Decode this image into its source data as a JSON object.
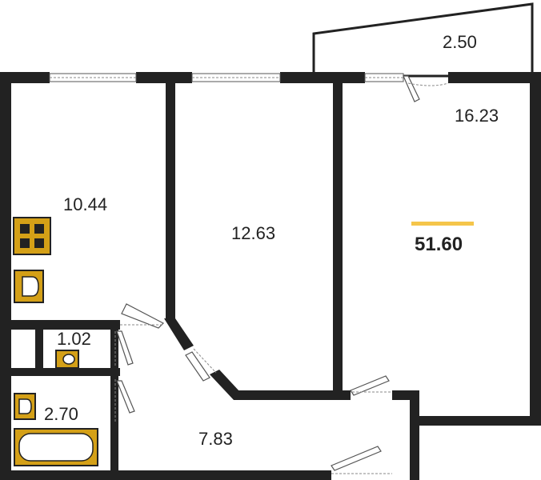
{
  "plan": {
    "total_area": "51.60",
    "accent_color": "#f5c54a",
    "fixture_color": "#d4a017",
    "rooms": {
      "balcony": "2.50",
      "living_room": "16.23",
      "kitchen": "10.44",
      "bedroom": "12.63",
      "toilet": "1.02",
      "bathroom": "2.70",
      "hallway": "7.83"
    },
    "fixtures": [
      "stove-icon",
      "sink-icon",
      "toilet-icon",
      "washbasin-icon",
      "bathtub-icon"
    ]
  }
}
